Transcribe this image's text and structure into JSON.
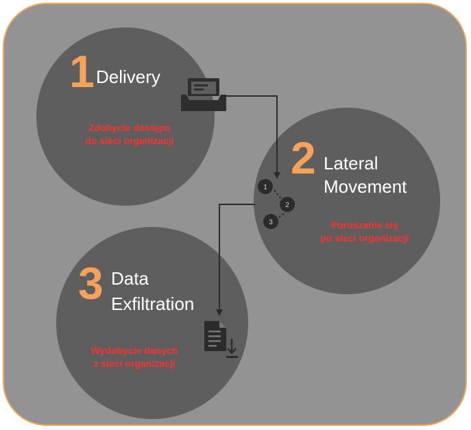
{
  "stages": [
    {
      "number": "1",
      "title": "Delivery",
      "description_line1": "Zdobycie dostępu",
      "description_line2": "do sieci organizacji",
      "icon": "inbox-tray-icon"
    },
    {
      "number": "2",
      "title_line1": "Lateral",
      "title_line2": "Movement",
      "description_line1": "Poruszanie się",
      "description_line2": "po sieci organizacji",
      "icon": "numbered-path-icon",
      "path_steps": [
        "1",
        "2",
        "3"
      ]
    },
    {
      "number": "3",
      "title_line1": "Data",
      "title_line2": "Exfiltration",
      "description_line1": "Wydobycie danych",
      "description_line2": "z sieci organizacji",
      "icon": "document-download-icon"
    }
  ],
  "colors": {
    "background": "#939393",
    "border": "#f2a65a",
    "circle": "#5e5e5e",
    "number": "#f6a25b",
    "description": "#ff3131",
    "title": "#ffffff",
    "connector": "#2b2b2b"
  }
}
